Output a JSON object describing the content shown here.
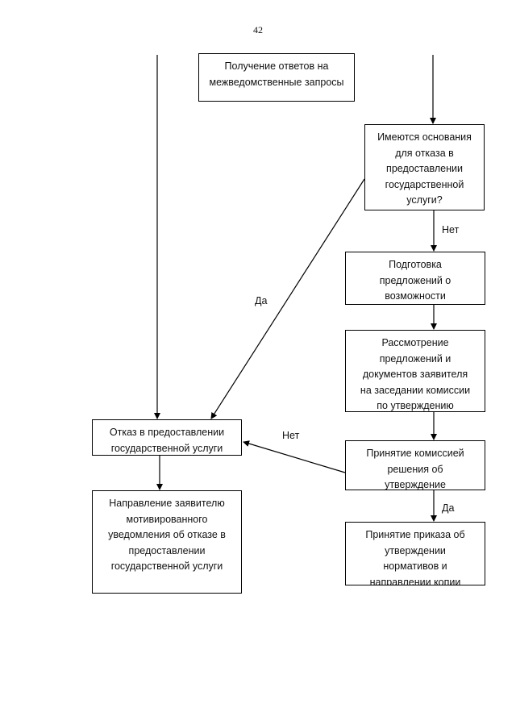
{
  "page_number": "42",
  "nodes": {
    "receive_answers": {
      "lines": [
        "Получение ответов на",
        "межведомственные запросы"
      ]
    },
    "grounds_question": {
      "lines": [
        "Имеются основания",
        "для отказа в",
        "предоставлении",
        "государственной",
        "услуги?"
      ]
    },
    "prepare_proposals": {
      "lines": [
        "Подготовка",
        "предложений о",
        "возможности"
      ]
    },
    "review_proposals": {
      "lines": [
        "Рассмотрение",
        "предложений и",
        "документов заявителя",
        "на заседании комиссии",
        "по утверждению"
      ]
    },
    "commission_decision": {
      "lines": [
        "Принятие комиссией",
        "решения об",
        "утверждение"
      ]
    },
    "refusal": {
      "lines": [
        "Отказ в предоставлении",
        "государственной услуги"
      ]
    },
    "send_notice": {
      "lines": [
        "Направление заявителю",
        "мотивированного",
        "уведомления об отказе в",
        "предоставлении",
        "государственной услуги"
      ]
    },
    "order_adoption": {
      "lines": [
        "Принятие приказа об",
        "утверждении",
        "нормативов и",
        "направлении копии"
      ]
    }
  },
  "edge_labels": {
    "no_after_question": "Нет",
    "yes_to_refusal": "Да",
    "no_after_decision": "Нет",
    "yes_after_decision": "Да"
  }
}
